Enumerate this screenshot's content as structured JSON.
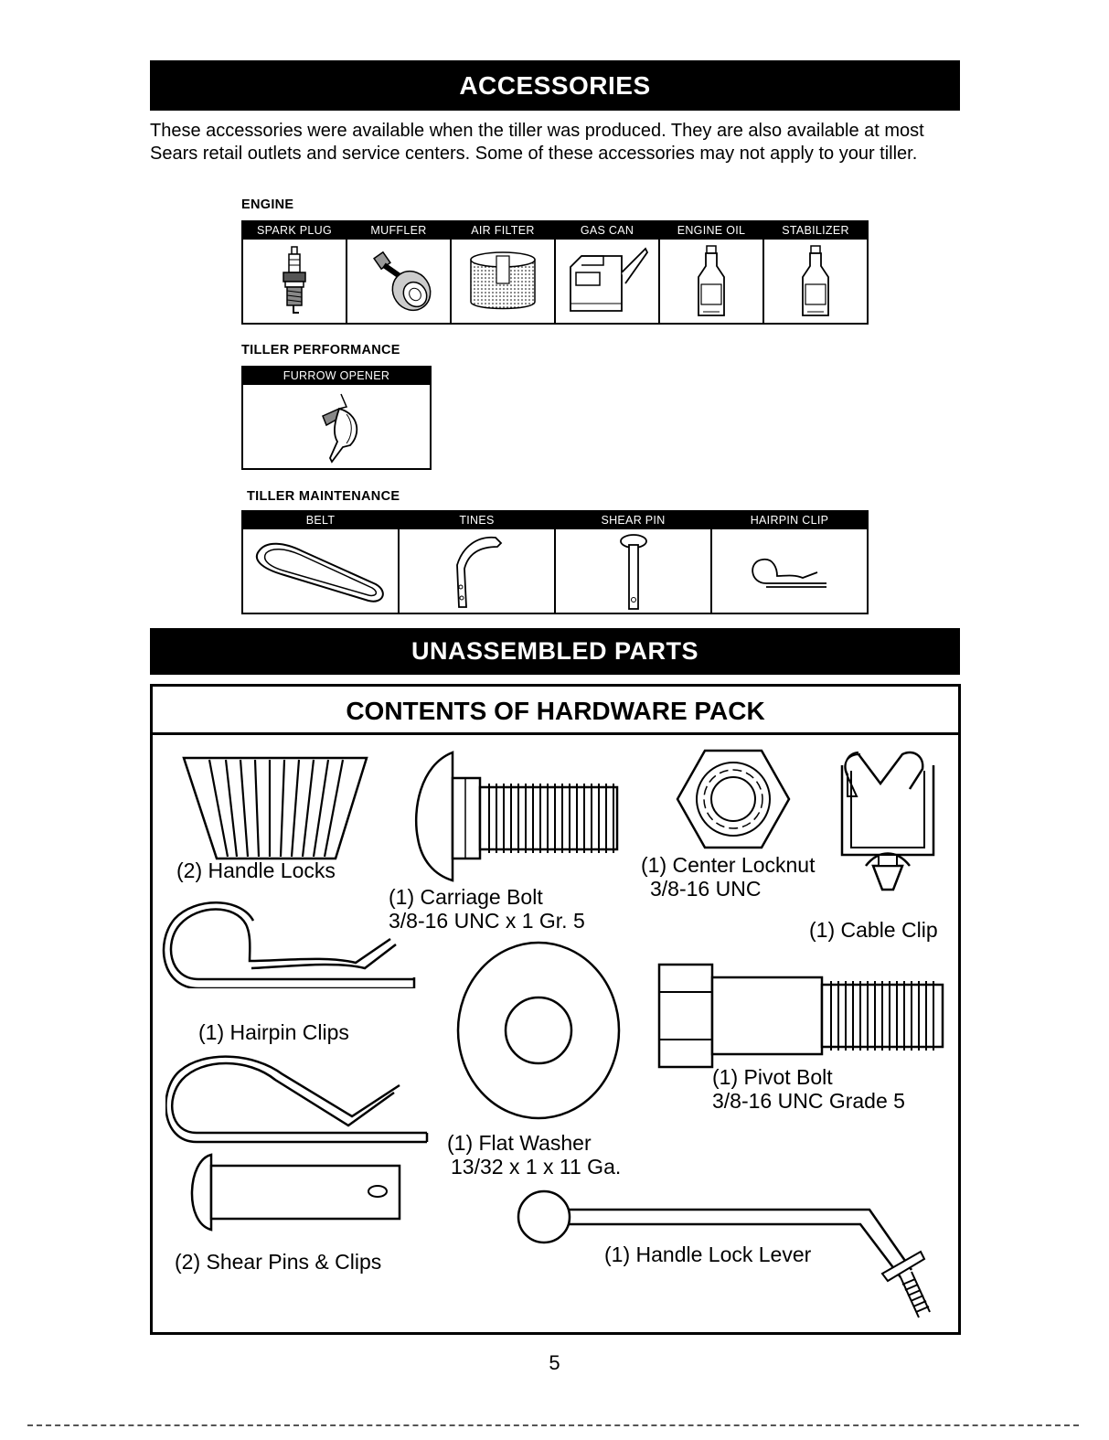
{
  "accessories": {
    "title": "ACCESSORIES",
    "intro": "These accessories were available when the tiller was produced.  They are also available at most Sears retail outlets and service centers.  Some of these accessories may not apply to your tiller.",
    "engine": {
      "label": "ENGINE",
      "items": [
        {
          "name": "SPARK PLUG",
          "icon": "spark-plug-icon"
        },
        {
          "name": "MUFFLER",
          "icon": "muffler-icon"
        },
        {
          "name": "AIR FILTER",
          "icon": "air-filter-icon"
        },
        {
          "name": "GAS CAN",
          "icon": "gas-can-icon"
        },
        {
          "name": "ENGINE OIL",
          "icon": "oil-bottle-icon"
        },
        {
          "name": "STABILIZER",
          "icon": "stabilizer-bottle-icon"
        }
      ]
    },
    "performance": {
      "label": "TILLER PERFORMANCE",
      "items": [
        {
          "name": "FURROW OPENER",
          "icon": "furrow-opener-icon"
        }
      ]
    },
    "maintenance": {
      "label": "TILLER MAINTENANCE",
      "items": [
        {
          "name": "BELT",
          "icon": "belt-icon"
        },
        {
          "name": "TINES",
          "icon": "tine-icon"
        },
        {
          "name": "SHEAR PIN",
          "icon": "shear-pin-icon"
        },
        {
          "name": "HAIRPIN CLIP",
          "icon": "hairpin-clip-icon"
        }
      ]
    }
  },
  "unassembled": {
    "title": "UNASSEMBLED PARTS",
    "box_title": "CONTENTS OF HARDWARE PACK",
    "parts": {
      "handle_locks": {
        "line1": "(2) Handle Locks"
      },
      "carriage_bolt": {
        "line1": "(1) Carriage Bolt",
        "line2": "3/8-16 UNC x 1 Gr. 5"
      },
      "center_locknut": {
        "line1": "(1) Center Locknut",
        "line2": "3/8-16 UNC"
      },
      "cable_clip": {
        "line1": "(1) Cable Clip"
      },
      "hairpin_clips": {
        "line1": "(1) Hairpin Clips"
      },
      "pivot_bolt": {
        "line1": "(1) Pivot Bolt",
        "line2": "3/8-16 UNC Grade 5"
      },
      "flat_washer": {
        "line1": "(1) Flat Washer",
        "line2": "13/32 x 1 x 11 Ga."
      },
      "shear_pins": {
        "line1": "(2) Shear Pins & Clips"
      },
      "handle_lock_lever": {
        "line1": "(1) Handle Lock Lever"
      }
    }
  },
  "page_number": "5"
}
